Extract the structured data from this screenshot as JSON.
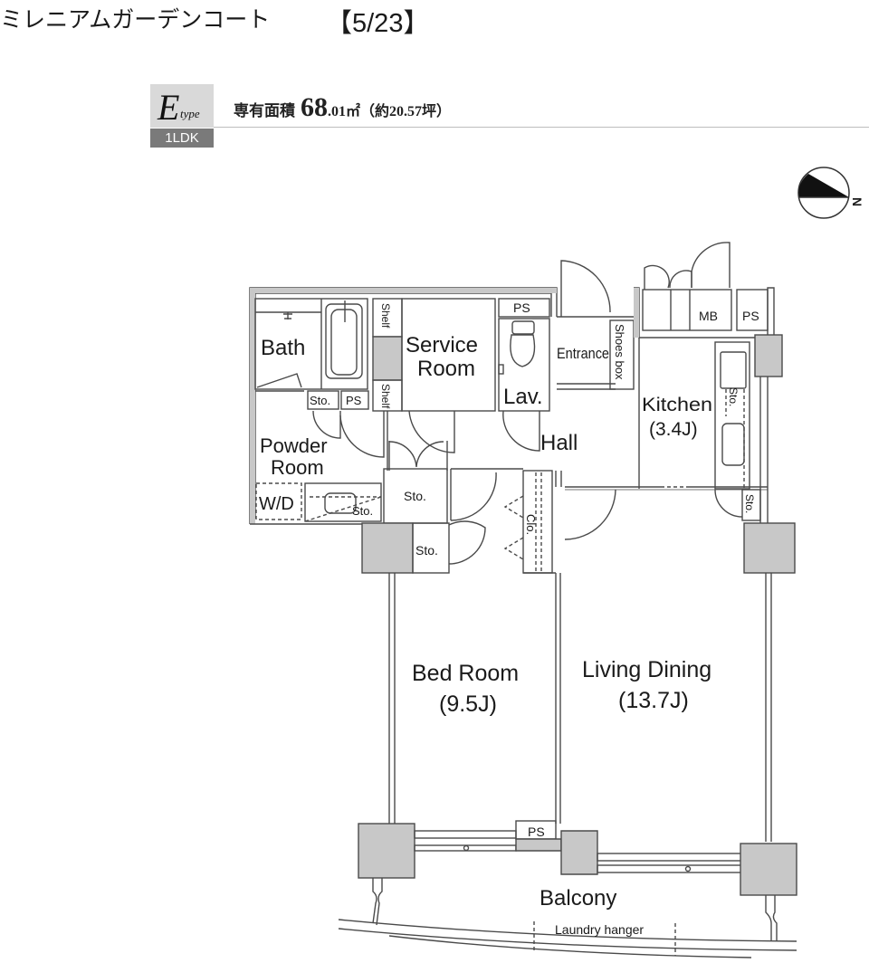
{
  "header": {
    "property_name": "ミレニアムガーデンコート",
    "page_indicator": "【5/23】"
  },
  "unit": {
    "type_letter": "E",
    "type_suffix": "type",
    "layout": "1LDK",
    "area_label": "専有面積",
    "area_value_main": "68",
    "area_value_rest": ".01㎡（約20.57坪）"
  },
  "compass": {
    "icon": "north-arrow-icon",
    "direction_label": "N"
  },
  "rooms": {
    "bath": "Bath",
    "service_room_line1": "Service",
    "service_room_line2": "Room",
    "shelf_top": "Shelf",
    "shelf_bottom": "Shelf",
    "ps_top": "PS",
    "lav": "Lav.",
    "entrance": "Entrance",
    "shoes_box": "Shoes box",
    "mb": "MB",
    "ps_right": "PS",
    "kitchen": "Kitchen",
    "kitchen_size": "(3.4J)",
    "kitchen_sto_upper": "Sto.",
    "kitchen_sto_lower": "Sto.",
    "sto_bath": "Sto.",
    "ps_bath": "PS",
    "powder_room_line1": "Powder",
    "powder_room_line2": "Room",
    "wd": "W/D",
    "sto_powder": "Sto.",
    "sto_center": "Sto.",
    "sto_lower": "Sto.",
    "hall": "Hall",
    "clo": "Clo.",
    "bed_room": "Bed Room",
    "bed_room_size": "(9.5J)",
    "living_dining": "Living Dining",
    "living_dining_size": "(13.7J)",
    "ps_bottom": "PS",
    "balcony": "Balcony",
    "laundry_hanger": "Laundry hanger"
  },
  "colors": {
    "wall_fill": "#c8c8c8",
    "line": "#4a4a4a",
    "badge_light": "#d9d9d9",
    "badge_dark": "#7a7a7a"
  }
}
